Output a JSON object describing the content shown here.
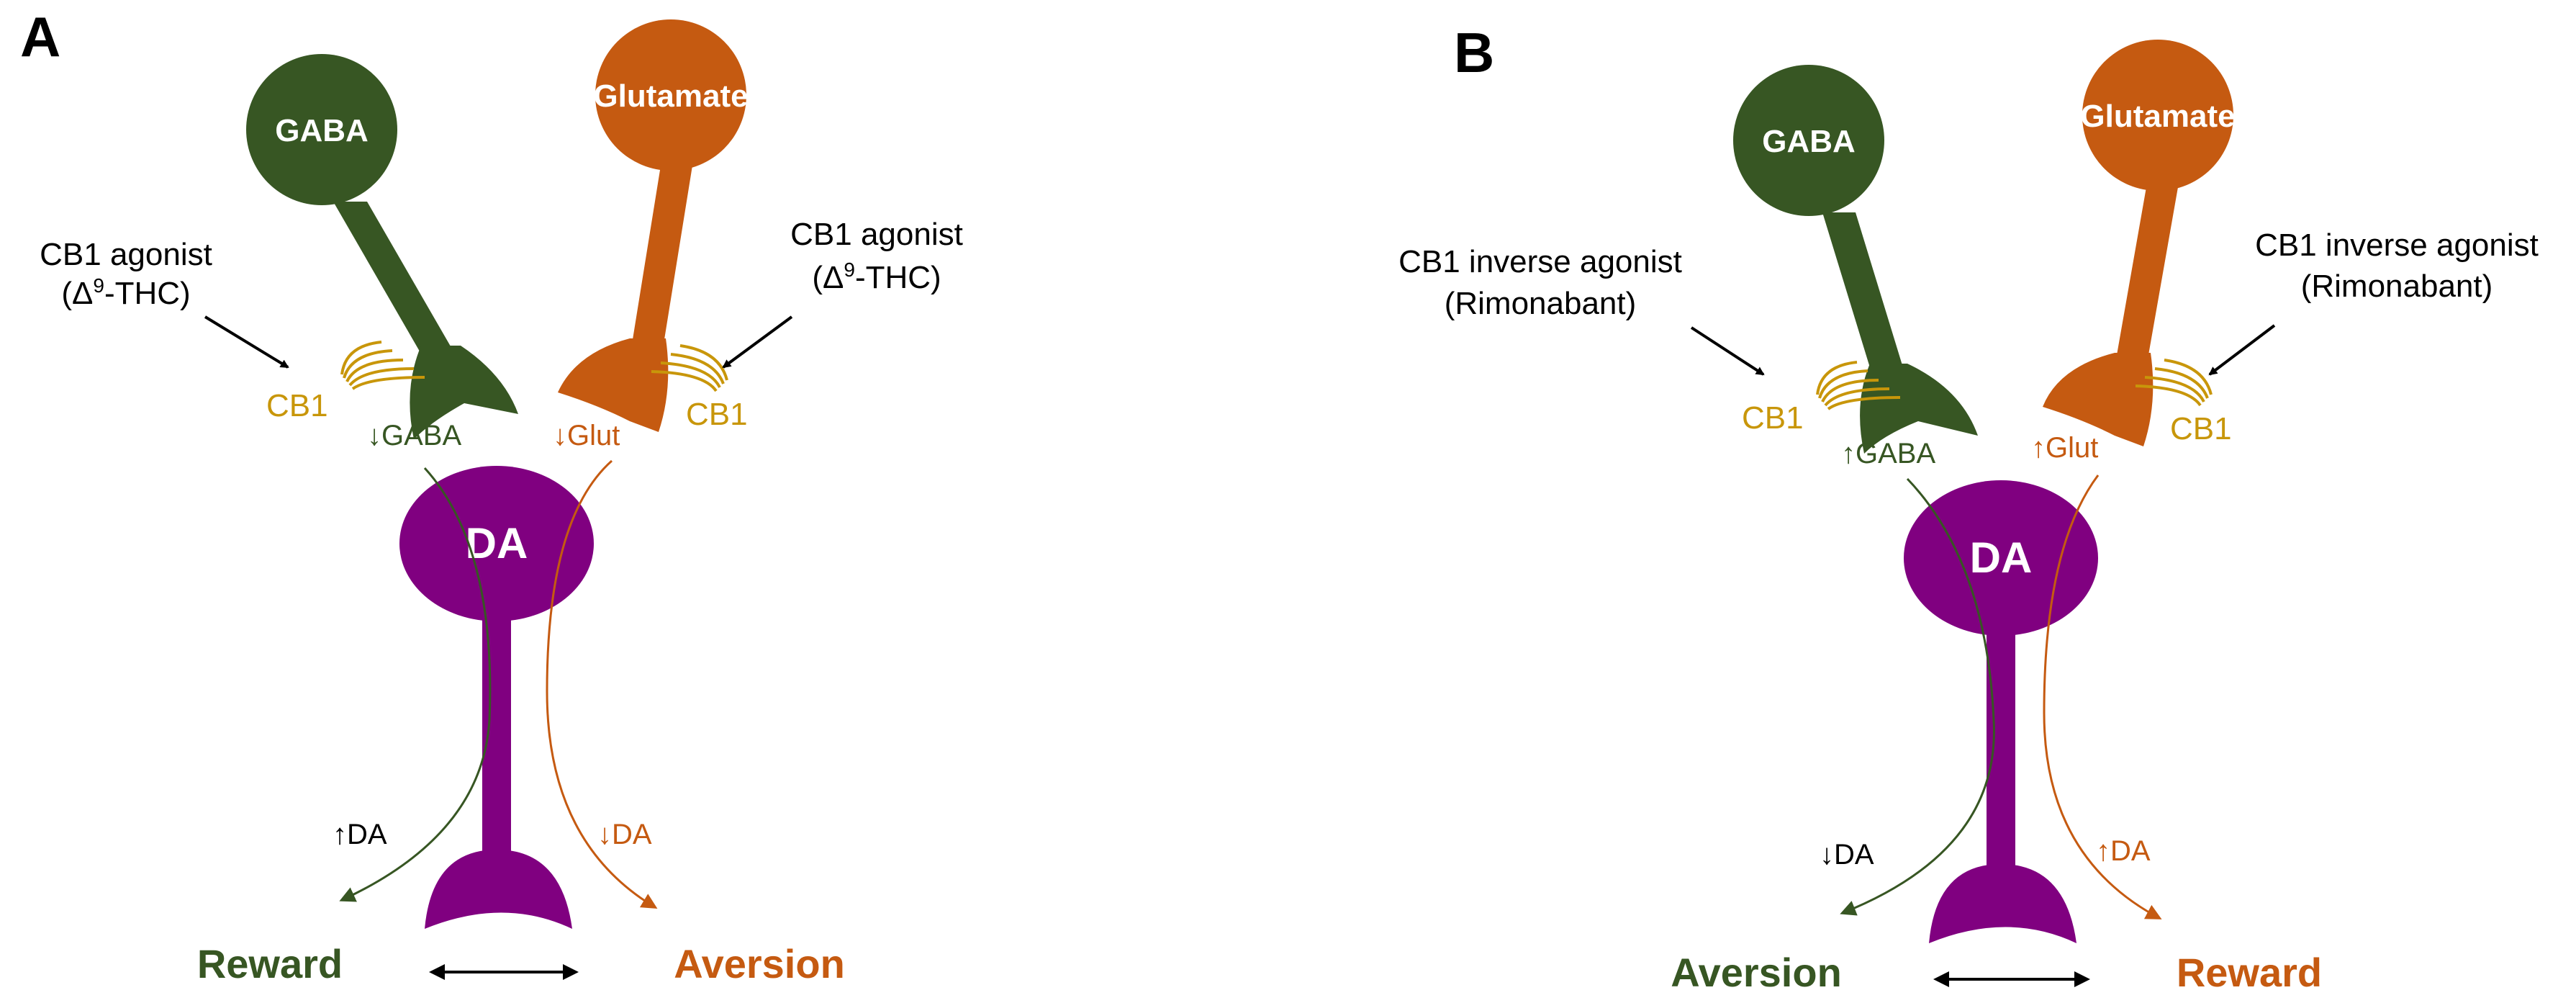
{
  "colors": {
    "gaba": "#375623",
    "glutamate": "#c55a11",
    "da": "#800080",
    "cb1": "#c8960a",
    "text": "#000000"
  },
  "panels": [
    {
      "letter": "A",
      "gaba_label": "GABA",
      "glut_label": "Glutamate",
      "da_label": "DA",
      "left_drug": [
        "CB1 agonist",
        "(Δ",
        "9",
        "-THC)"
      ],
      "right_drug": [
        "CB1 agonist",
        "(Δ",
        "9",
        "-THC)"
      ],
      "cb1_left": "CB1",
      "cb1_right": "CB1",
      "gaba_effect": "↓GABA",
      "glut_effect": "↓Glut",
      "left_da_effect": "↑DA",
      "right_da_effect": "↓DA",
      "left_outcome": "Reward",
      "right_outcome": "Aversion"
    },
    {
      "letter": "B",
      "gaba_label": "GABA",
      "glut_label": "Glutamate",
      "da_label": "DA",
      "left_drug": [
        "CB1 inverse agonist",
        "(Rimonabant)"
      ],
      "right_drug": [
        "CB1 inverse agonist",
        "(Rimonabant)"
      ],
      "cb1_left": "CB1",
      "cb1_right": "CB1",
      "gaba_effect": "↑GABA",
      "glut_effect": "↑Glut",
      "left_da_effect": "↓DA",
      "right_da_effect": "↑DA",
      "left_outcome": "Aversion",
      "right_outcome": "Reward"
    }
  ]
}
